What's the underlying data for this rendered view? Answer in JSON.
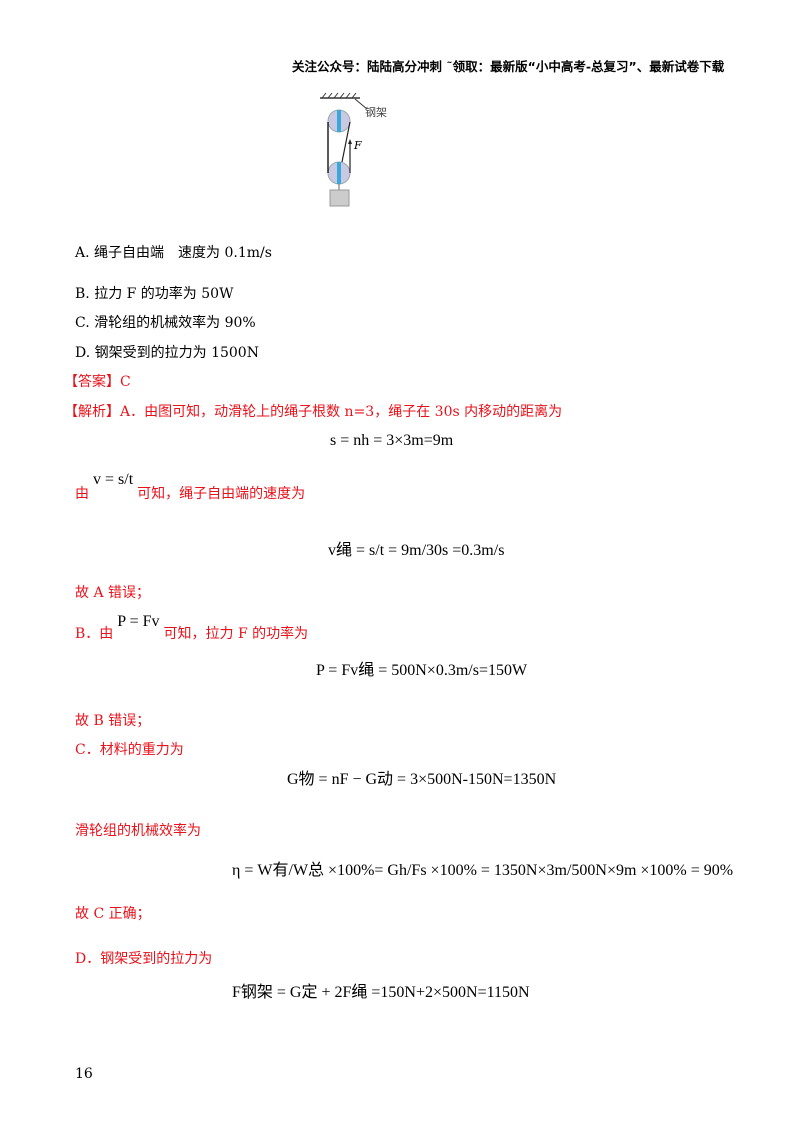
{
  "header": "关注公众号：陆陆高分冲刺 ˜领取：最新版“小中高考-总复习”、最新试卷下载",
  "figure": {
    "label_frame": "钢架",
    "label_force": "F"
  },
  "options": [
    "A. 绳子自由端　速度为 0.1m/s",
    "B. 拉力 F 的功率为 50W",
    "C. 滑轮组的机械效率为 90%",
    "D. 钢架受到的拉力为 1500N"
  ],
  "answer": {
    "tag": "【答案】",
    "value": "C"
  },
  "analysis": {
    "tag": "【解析】",
    "l1": "A．由图可知，动滑轮上的绳子根数 n=3，绳子在 30s 内移动的距离为",
    "f1": "s = nh = 3×3m=9m",
    "l2a": "由",
    "l2b": "可知，绳子自由端的速度为",
    "f_vst": "v = s/t",
    "f2": "v绳 = s/t = 9m/30s =0.3m/s",
    "l3": "故 A 错误；",
    "l4a": "B．由",
    "l4b": "可知，拉力 F 的功率为",
    "f_pfv": "P = Fv",
    "f3": "P = Fv绳 = 500N×0.3m/s=150W",
    "l5": "故 B 错误；",
    "l6": "C．材料的重力为",
    "f4": "G物 = nF − G动 = 3×500N-150N=1350N",
    "l7": "滑轮组的机械效率为",
    "f5": "η = W有/W总 ×100%= Gh/Fs ×100% = 1350N×3m/500N×9m ×100% = 90%",
    "l8": "故 C 正确；",
    "l9": "D．钢架受到的拉力为",
    "f6": "F钢架 = G定 + 2F绳 =150N+2×500N=1150N"
  },
  "page_number": "16"
}
